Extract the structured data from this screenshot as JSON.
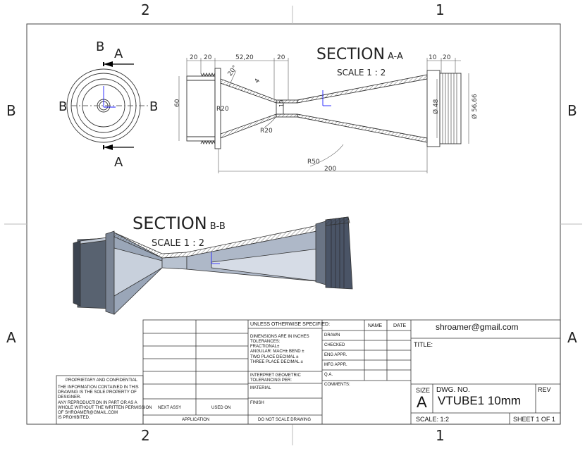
{
  "zones": {
    "top_left": "2",
    "top_right": "1",
    "bottom_left": "2",
    "bottom_right": "1",
    "left_upper": "B",
    "left_lower": "A",
    "right_upper": "B",
    "right_lower": "A"
  },
  "end_view": {
    "cut_label_top": "B",
    "cut_label_bottom": "B",
    "arrow_label_top": "A",
    "arrow_label_bottom": "A"
  },
  "section_aa": {
    "title": "SECTION",
    "tag": "A-A",
    "scale": "SCALE 1 : 2",
    "dims": {
      "d20a": "20",
      "d20b": "20",
      "d5220": "52,20",
      "d20c": "20",
      "d10a": "10",
      "d20d": "20",
      "angle": "20°",
      "d4": "4",
      "d60": "60",
      "r20a": "R20",
      "d10b": "10",
      "r20b": "R20",
      "d48": "Ø 48",
      "d5666": "Ø 56,66",
      "r50": "R50",
      "d200": "200"
    }
  },
  "section_bb": {
    "title": "SECTION",
    "tag": "B-B",
    "scale": "SCALE 1 : 2"
  },
  "title_block": {
    "unless": "UNLESS OTHERWISE SPECIFIED:",
    "name_col": "NAME",
    "date_col": "DATE",
    "dims_inches": "DIMENSIONS ARE IN INCHES",
    "tolerances": "TOLERANCES:",
    "fractional": "FRACTIONAL±",
    "angular": "ANGULAR: MACH±    BEND ±",
    "two_place": "TWO PLACE DECIMAL    ±",
    "three_place": "THREE PLACE DECIMAL   ±",
    "interpret": "INTERPRET GEOMETRIC TOLERANCING PER:",
    "material": "MATERIAL",
    "finish": "FINISH",
    "do_not_scale": "DO NOT SCALE DRAWING",
    "next_assy": "NEXT ASSY",
    "used_on": "USED ON",
    "application": "APPLICATION",
    "drawn": "DRAWN",
    "checked": "CHECKED",
    "eng_appr": "ENG APPR.",
    "mfg_appr": "MFG APPR.",
    "qa": "Q.A.",
    "comments": "COMMENTS:",
    "email": "shroamer@gmail.com",
    "title_label": "TITLE:",
    "size_label": "SIZE",
    "size_value": "A",
    "dwg_no_label": "DWG.  NO.",
    "dwg_no": "VTUBE1 10mm",
    "rev_label": "REV",
    "scale": "SCALE: 1:2",
    "sheet": "SHEET 1 OF 1",
    "prop_title": "PROPRIETARY AND CONFIDENTIAL",
    "prop_lines": [
      "THE INFORMATION CONTAINED IN THIS",
      "DRAWING IS THE SOLE PROPERTY OF",
      "DESIGNER.",
      "ANY REPRODUCTION IN PART OR AS A",
      "WHOLE WITHOUT THE WRITTEN PERMISSION",
      "OF SHROAMER@GMAIL.COM",
      "IS PROHIBITED."
    ]
  },
  "colors": {
    "line": "#333333",
    "axis": "#1a1aff",
    "solid": "#4a5566",
    "solid_light": "#9aa6b8"
  }
}
